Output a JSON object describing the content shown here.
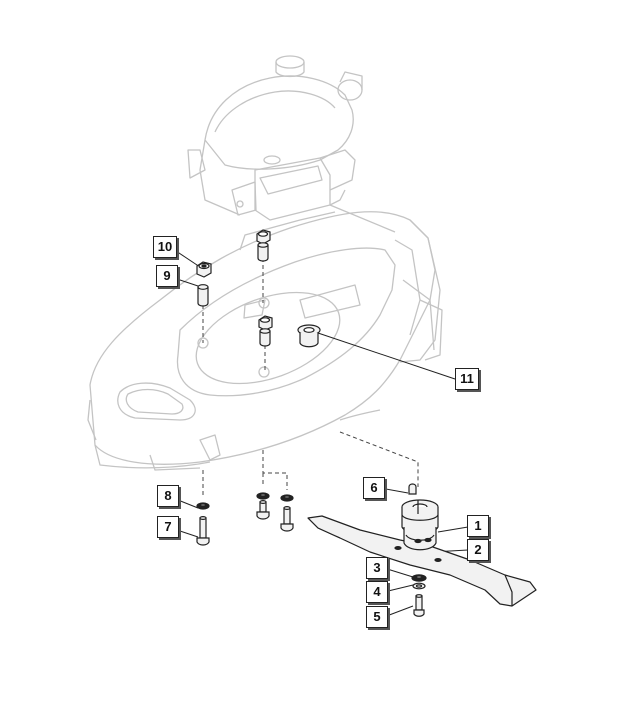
{
  "colors": {
    "ghost_line": "#c9c9c9",
    "part_line": "#222222",
    "part_fill": "#f2f2f2",
    "shadow": "#555555"
  },
  "callouts": {
    "c1": "1",
    "c2": "2",
    "c3": "3",
    "c4": "4",
    "c5": "5",
    "c6": "6",
    "c7": "7",
    "c8": "8",
    "c9": "9",
    "c10": "10",
    "c11": "11"
  }
}
